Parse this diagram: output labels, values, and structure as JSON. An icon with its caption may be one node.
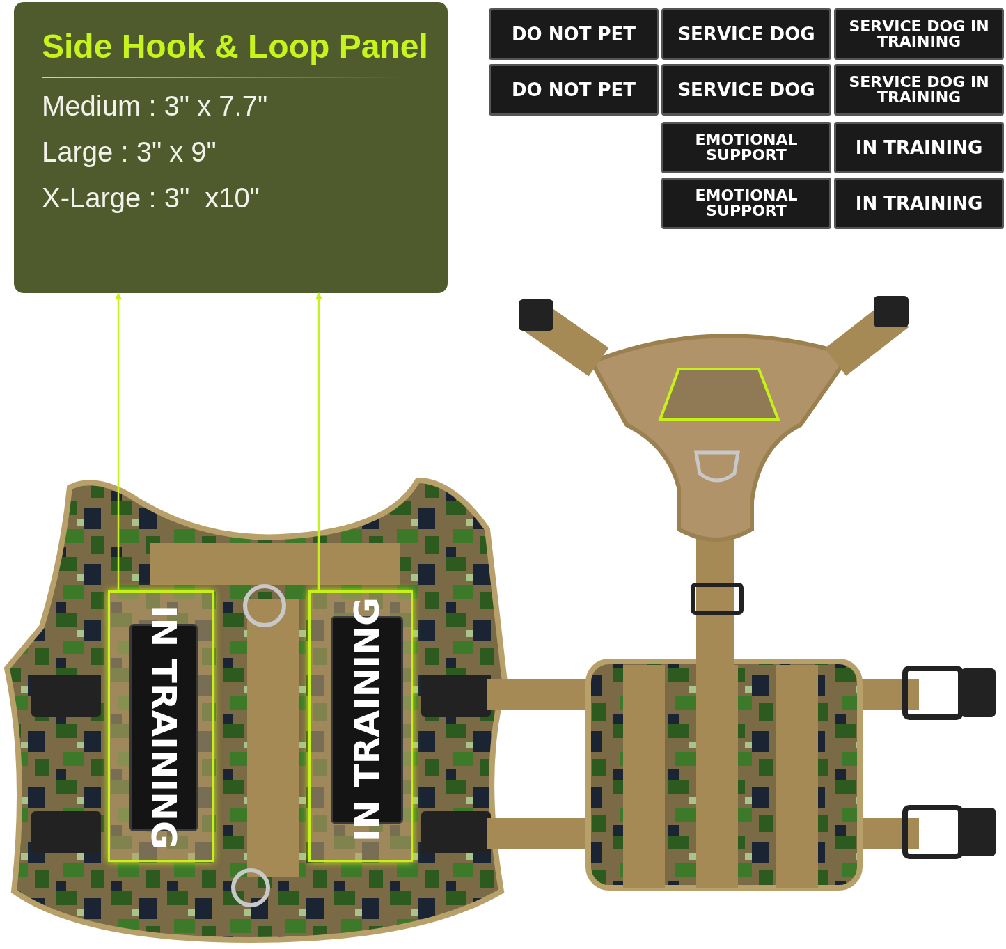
{
  "diagram": {
    "nodes": [
      {
        "text": [
          "Side Hook & Loop Panel",
          "Medium : 3\" x 7.7\"",
          "Large : 3\" x 9\"",
          "X-Large : 3\"  x10\""
        ]
      },
      {
        "text": [],
        "shape": "box"
      },
      {
        "text": [
          "IN TRAINING"
        ],
        "in": 1
      },
      {
        "text": [],
        "shape": "box"
      },
      {
        "text": [
          "IN TRAINING"
        ],
        "in": 3
      }
    ],
    "edges": [
      {
        "from": 1,
        "to": 0,
        "arrow": "to",
        "color": "#c6f21a"
      },
      {
        "from": 3,
        "to": 0,
        "arrow": "to",
        "color": "#c6f21a"
      }
    ],
    "labels": [
      "DO NOT PET",
      "SERVICE DOG",
      "SERVICE DOG IN TRAINING",
      "DO NOT PET",
      "SERVICE DOG",
      "SERVICE DOG IN TRAINING",
      "EMOTIONAL SUPPORT",
      "IN TRAINING",
      "EMOTIONAL SUPPORT",
      "IN TRAINING"
    ]
  }
}
